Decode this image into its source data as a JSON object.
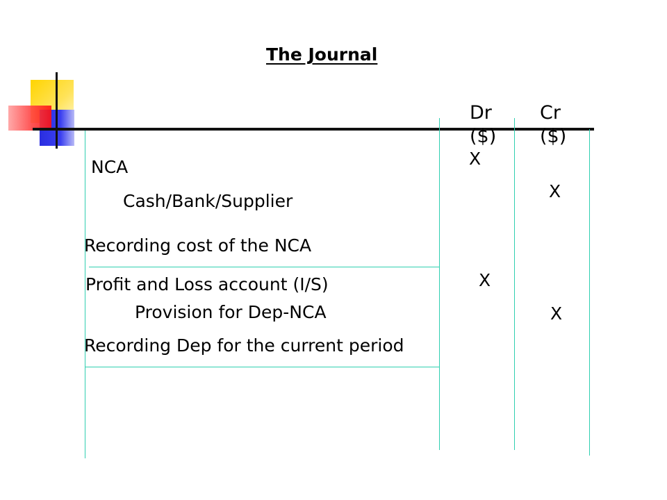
{
  "title": "The Journal",
  "columns": {
    "debit": [
      "Dr",
      "($)"
    ],
    "credit": [
      "Cr",
      "($)"
    ]
  },
  "entries": [
    {
      "debit_account": "NCA",
      "credit_account": "Cash/Bank/Supplier",
      "narration": "Recording cost of the NCA",
      "debit_amount": "X",
      "credit_amount": "X"
    },
    {
      "debit_account": "Profit and Loss account (I/S)",
      "credit_account": "Provision for Dep-NCA",
      "narration": "Recording Dep for the current period",
      "debit_amount": "X",
      "credit_amount": "X"
    }
  ]
}
